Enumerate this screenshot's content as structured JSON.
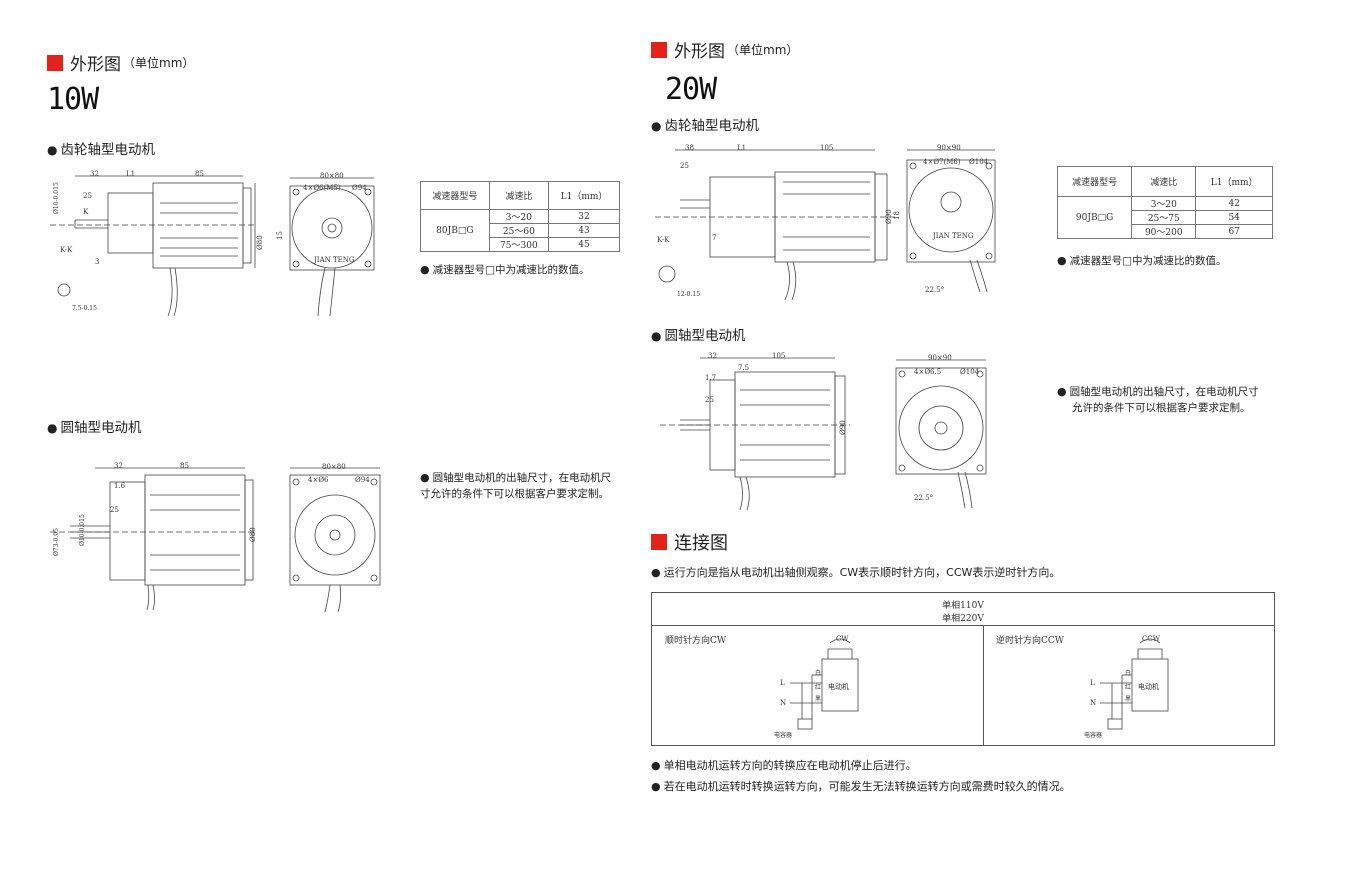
{
  "left": {
    "section_title": "外形图",
    "section_unit": "（单位mm）",
    "power": "10W",
    "gear_shaft_heading": "齿轮轴型电动机",
    "round_shaft_heading": "圆轴型电动机",
    "table": {
      "headers": [
        "减速器型号",
        "减速比",
        "L1（mm）"
      ],
      "model": "80JB□G",
      "rows": [
        [
          "3～20",
          "32"
        ],
        [
          "25～60",
          "43"
        ],
        [
          "75～300",
          "45"
        ]
      ]
    },
    "table_note": "减速器型号□中为减速比的数值。",
    "round_note": "圆轴型电动机的出轴尺寸，在电动机尺寸允许的条件下可以根据客户要求定制。",
    "gear_drawing": {
      "dims_top": [
        "32",
        "L1",
        "85"
      ],
      "dim_25": "25",
      "dim_3": "3",
      "label_k": "K",
      "label_kk": "K-K",
      "bore_label": "Ø10-0.015",
      "bottom_label": "7.5-0.15",
      "length_label": "Ø80",
      "front_size": "80×80",
      "front_holes": "4×Ø6(M5)",
      "front_pcd": "Ø94",
      "front_15": "15",
      "brand": "JIAN TENG"
    },
    "round_drawing": {
      "dims_top": [
        "32",
        "85"
      ],
      "dim_16": "1.6",
      "dim_25": "25",
      "length_label": "Ø80",
      "shaft_label": "Ø73-0.05",
      "bore_label": "Ø10-0.015",
      "front_size": "80×80",
      "front_holes": "4×Ø6",
      "front_pcd": "Ø94"
    }
  },
  "right": {
    "section_title": "外形图",
    "section_unit": "（单位mm）",
    "power": "20W",
    "gear_shaft_heading": "齿轮轴型电动机",
    "round_shaft_heading": "圆轴型电动机",
    "table": {
      "headers": [
        "减速器型号",
        "减速比",
        "L1（mm）"
      ],
      "model": "90JB□G",
      "rows": [
        [
          "3～20",
          "42"
        ],
        [
          "25～75",
          "54"
        ],
        [
          "90～200",
          "67"
        ]
      ]
    },
    "table_note": "减速器型号□中为减速比的数值。",
    "round_note_line1": "圆轴型电动机的出轴尺寸，在电动机尺寸",
    "round_note_line2": "允许的条件下可以根据客户要求定制。",
    "gear_drawing": {
      "dims_top": [
        "38",
        "L1",
        "105"
      ],
      "dim_25": "25",
      "dim_7": "7",
      "label_kk": "K-K",
      "length_label": "Ø90",
      "dim_18": "18",
      "dim_bottom": "12-0.15",
      "front_size": "90×90",
      "front_holes": "4×Ø7(M6)",
      "front_pcd": "Ø104",
      "angle": "22.5°",
      "brand": "JIAN TENG"
    },
    "round_drawing": {
      "dims_top": [
        "32",
        "105"
      ],
      "dim_75": "7.5",
      "dim_17": "1.7",
      "dim_25": "25",
      "length_label": "Ø90",
      "front_size": "90×90",
      "front_holes": "4×Ø6.5",
      "front_pcd": "Ø104",
      "angle": "22.5°"
    },
    "connection": {
      "title": "连接图",
      "note": "运行方向是指从电动机出轴侧观察。CW表示顺时针方向，CCW表示逆时针方向。",
      "phase1": "单相110V",
      "phase2": "单相220V",
      "cw_label": "顺时针方向CW",
      "ccw_label": "逆时针方向CCW",
      "cw_short": "CW",
      "ccw_short": "CCW",
      "motor_label": "电动机",
      "capacitor_label": "电容器",
      "wire_L": "L",
      "wire_N": "N",
      "wire_colors": [
        "白",
        "红",
        "黑"
      ]
    },
    "notes": [
      "单相电动机运转方向的转换应在电动机停止后进行。",
      "若在电动机运转时转换运转方向，可能发生无法转换运转方向或需费时较久的情况。"
    ]
  },
  "colors": {
    "accent": "#e3221b"
  }
}
